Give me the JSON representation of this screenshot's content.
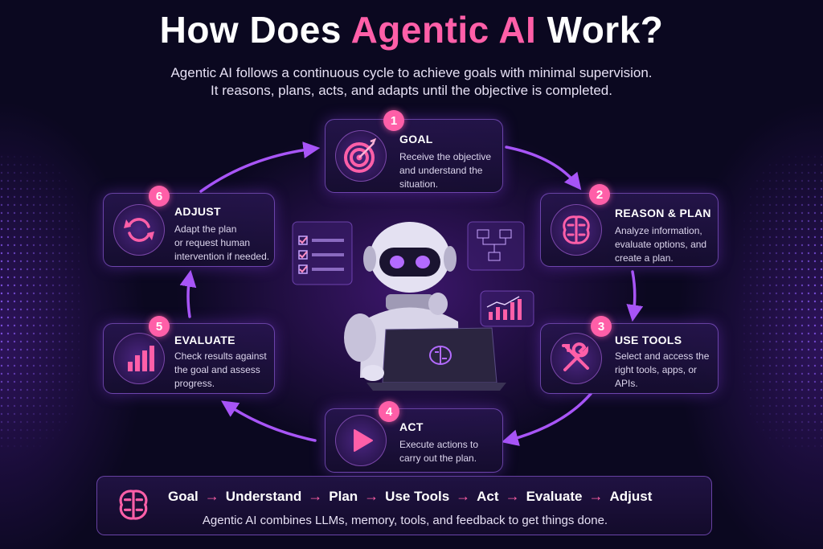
{
  "title": {
    "prefix": "How Does",
    "accent": "Agentic AI",
    "suffix": "Work?"
  },
  "subtitle": {
    "line1": "Agentic AI follows a continuous cycle to achieve goals with minimal supervision.",
    "line2": "It reasons, plans, acts, and adapts until the objective is completed."
  },
  "steps": [
    {
      "num": "1",
      "title": "GOAL",
      "desc": [
        "Receive the objective",
        "and understand the",
        "situation."
      ],
      "icon": "target-icon"
    },
    {
      "num": "2",
      "title": "REASON & PLAN",
      "desc": [
        "Analyze information,",
        "evaluate options, and",
        "create a plan."
      ],
      "icon": "brain-icon"
    },
    {
      "num": "3",
      "title": "USE TOOLS",
      "desc": [
        "Select and access the",
        "right tools, apps, or",
        "APIs."
      ],
      "icon": "tools-icon"
    },
    {
      "num": "4",
      "title": "ACT",
      "desc": [
        "Execute actions to",
        "carry out the plan."
      ],
      "icon": "play-icon"
    },
    {
      "num": "5",
      "title": "EVALUATE",
      "desc": [
        "Check results against",
        "the goal and assess",
        "progress."
      ],
      "icon": "bar-chart-icon"
    },
    {
      "num": "6",
      "title": "ADJUST",
      "desc": [
        "Adapt the plan",
        "or request human",
        "intervention if needed."
      ],
      "icon": "refresh-icon"
    }
  ],
  "flow": {
    "items": [
      "Goal",
      "Understand",
      "Plan",
      "Use Tools",
      "Act",
      "Evaluate",
      "Adjust"
    ],
    "arrow": "→",
    "tagline": "Agentic AI combines LLMs, memory, tools, and feedback to get things done."
  },
  "colors": {
    "accent": "#ff5fa8",
    "purple": "#a855f7",
    "background": "#0b0820"
  }
}
